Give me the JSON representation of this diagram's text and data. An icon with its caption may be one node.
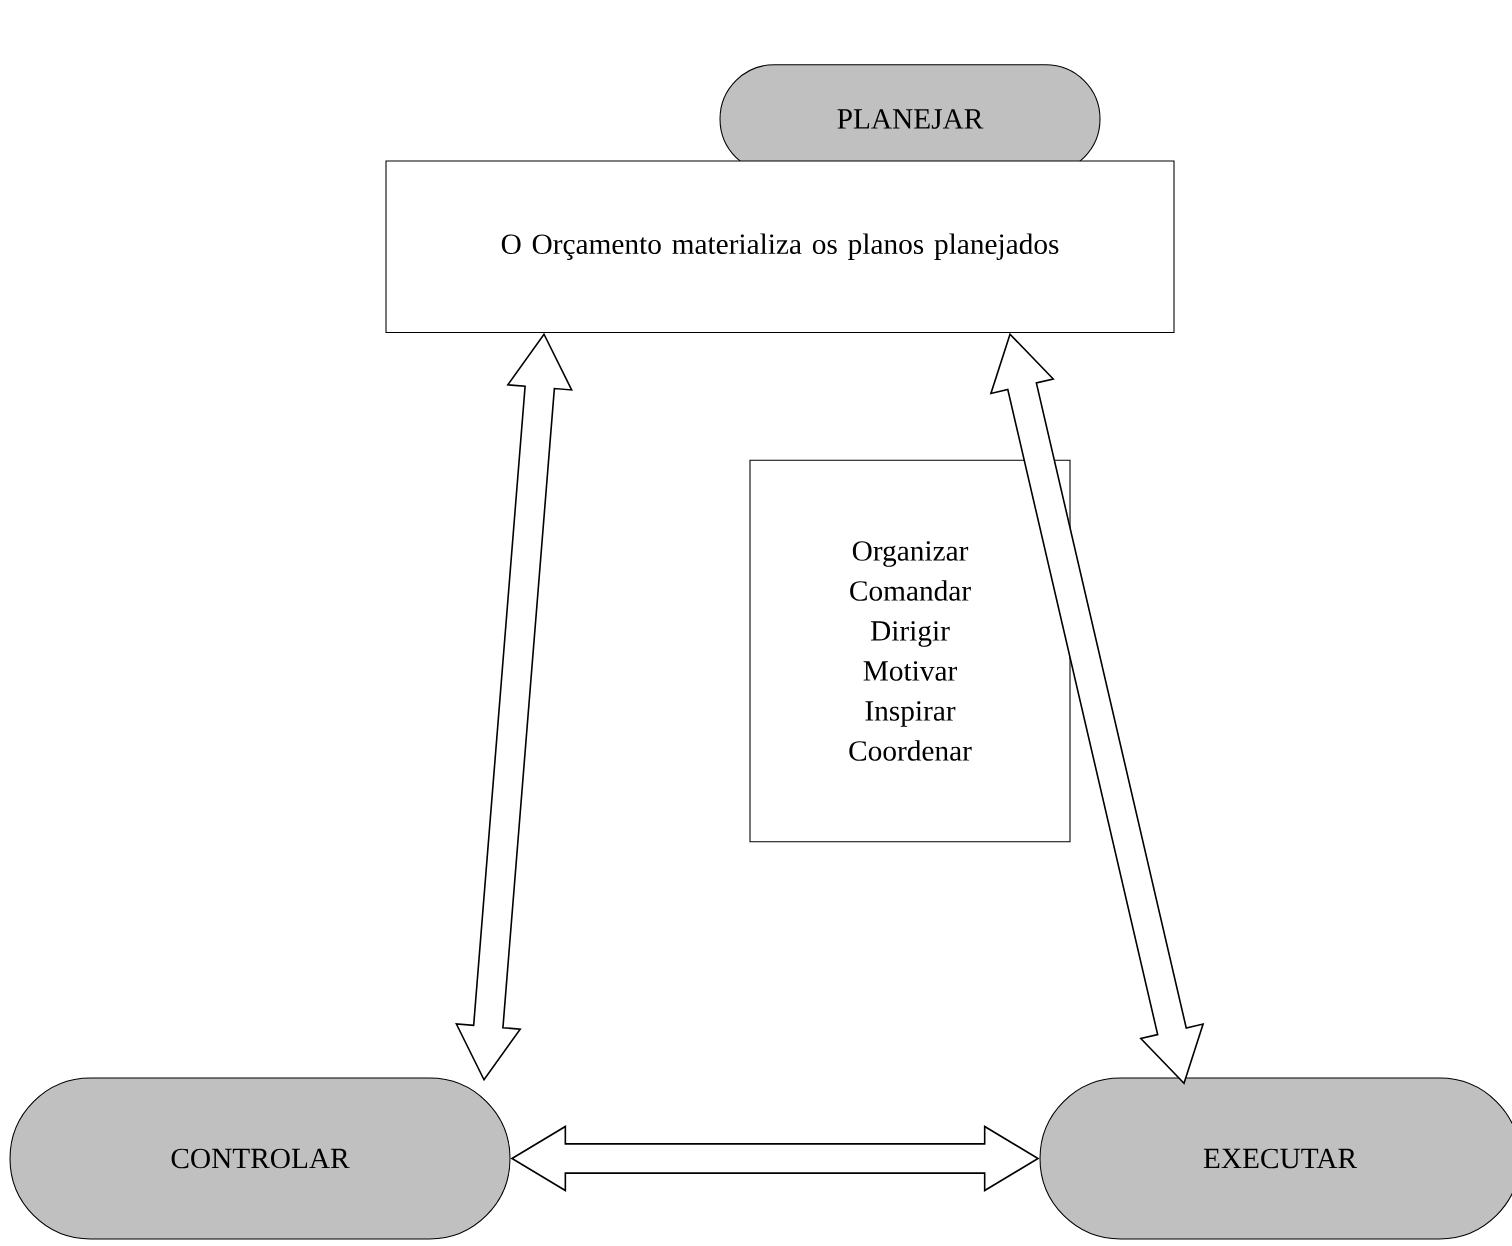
{
  "diagram": {
    "nodes": [
      {
        "text": [
          "PLANEJAR"
        ]
      },
      {
        "text": [
          "O Orçamento materializa os planos planejados"
        ]
      },
      {
        "text": [
          "Organizar",
          "Comandar",
          "Dirigir",
          "Motivar",
          "Inspirar",
          "Coordenar"
        ]
      },
      {
        "text": [
          "CONTROLAR"
        ]
      },
      {
        "text": [
          "EXECUTAR"
        ]
      }
    ],
    "edges": [
      {
        "from": 1,
        "to": 3,
        "arrow": "both"
      },
      {
        "from": 1,
        "to": 4,
        "arrow": "both"
      },
      {
        "from": 3,
        "to": 4,
        "arrow": "both"
      }
    ]
  }
}
